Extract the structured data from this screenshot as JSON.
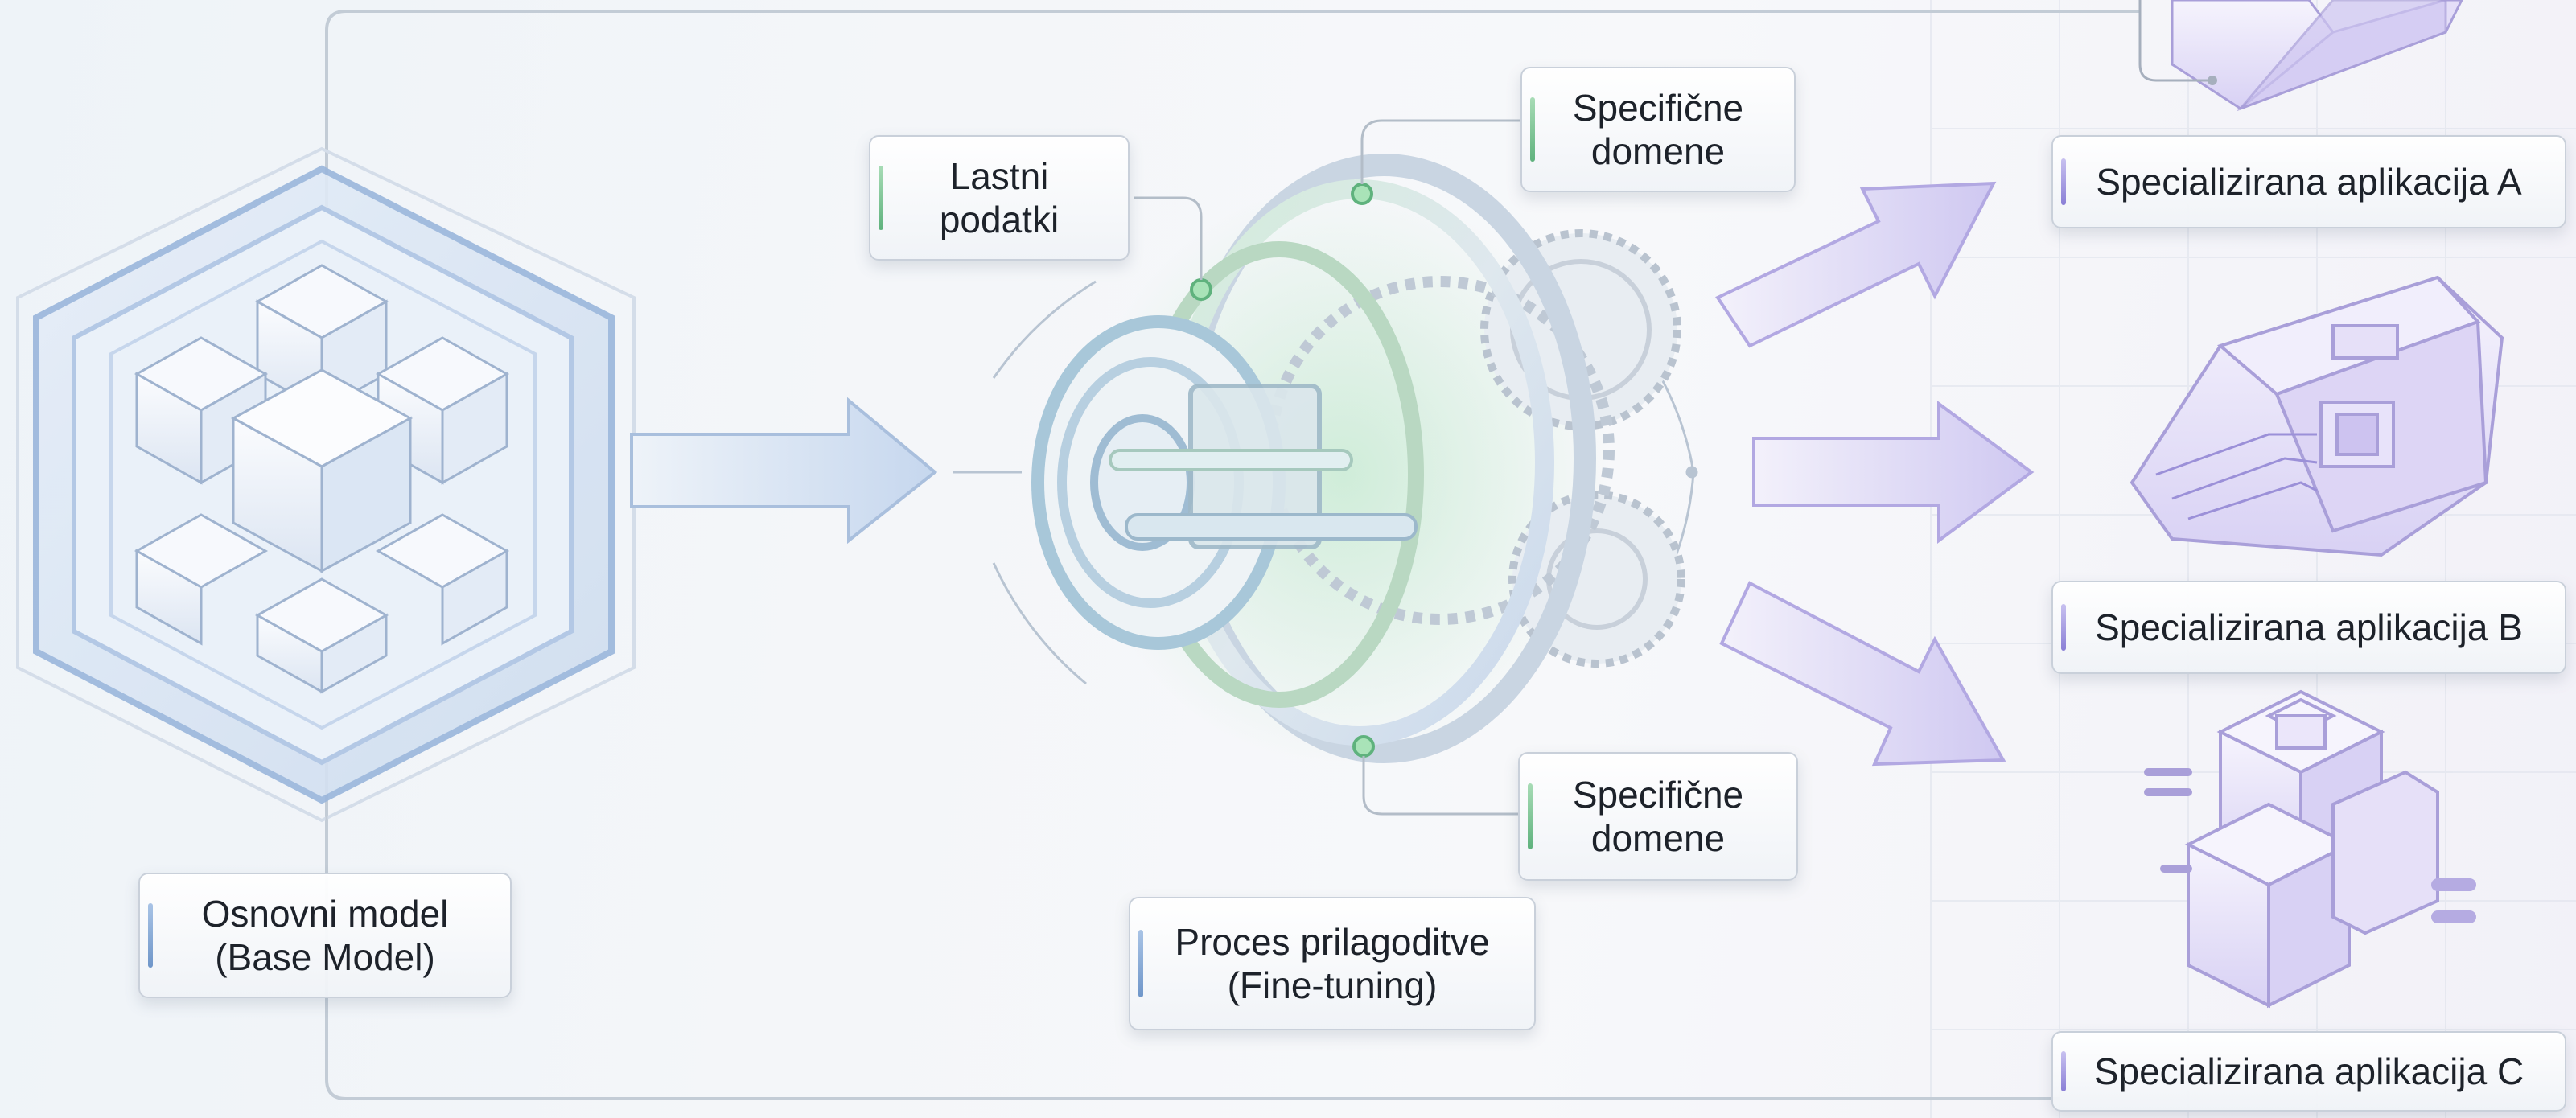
{
  "base_model": {
    "line1": "Osnovni model",
    "line2": "(Base Model)"
  },
  "own_data": {
    "line1": "Lastni",
    "line2": "podatki"
  },
  "domains_top": {
    "line1": "Specifične",
    "line2": "domene"
  },
  "domains_bottom": {
    "line1": "Specifične",
    "line2": "domene"
  },
  "fine_tuning": {
    "line1": "Proces prilagoditve",
    "line2": "(Fine-tuning)"
  },
  "apps": [
    {
      "label": "Specializirana aplikacija A"
    },
    {
      "label": "Specializirana aplikacija B"
    },
    {
      "label": "Specializirana aplikacija C"
    }
  ],
  "icons": {
    "base": "cube-cluster-icon",
    "engine": "gear-mechanism-icon",
    "app_a": "crystal-chip-icon",
    "app_b": "circuit-pod-icon",
    "app_c": "connector-block-icon"
  },
  "colors": {
    "blue": "#7ea2d4",
    "green": "#6fbf8a",
    "violet": "#9b8fe0",
    "frame": "#c3ccd6"
  }
}
